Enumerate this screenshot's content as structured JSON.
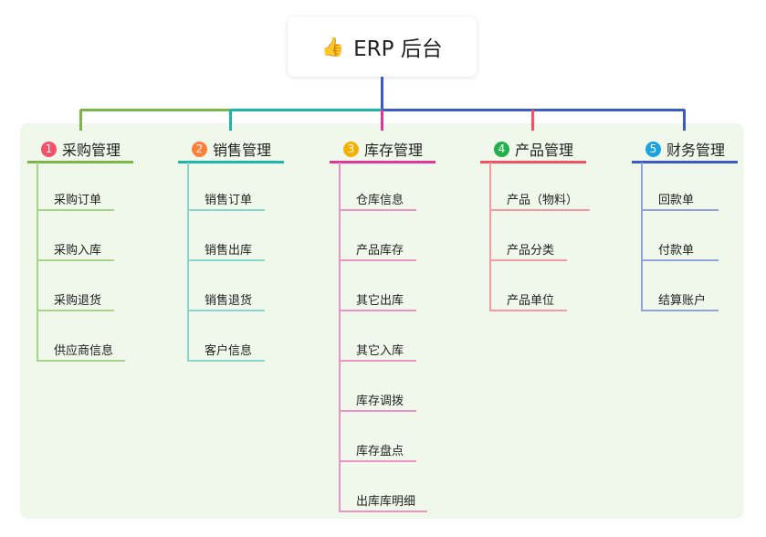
{
  "root": {
    "title": "ERP 后台",
    "icon": "thumbs-up-icon"
  },
  "branches": [
    {
      "number": "1",
      "title": "采购管理",
      "color": "#7ab648",
      "badge_color": "#f5506a",
      "child_color": "#a8d48a",
      "children": [
        "采购订单",
        "采购入库",
        "采购退货",
        "供应商信息"
      ]
    },
    {
      "number": "2",
      "title": "销售管理",
      "color": "#1db5a8",
      "badge_color": "#ff7f3a",
      "child_color": "#86d8cc",
      "children": [
        "销售订单",
        "销售出库",
        "销售退货",
        "客户信息"
      ]
    },
    {
      "number": "3",
      "title": "库存管理",
      "color": "#e0369a",
      "badge_color": "#f5b100",
      "child_color": "#ec94c4",
      "children": [
        "仓库信息",
        "产品库存",
        "其它出库",
        "其它入库",
        "库存调拨",
        "库存盘点",
        "出库库明细"
      ]
    },
    {
      "number": "4",
      "title": "产品管理",
      "color": "#f55064",
      "badge_color": "#24b04b",
      "child_color": "#f59aa3",
      "children": [
        "产品（物料）",
        "产品分类",
        "产品单位"
      ]
    },
    {
      "number": "5",
      "title": "财务管理",
      "color": "#3a5bc7",
      "badge_color": "#1aa3e0",
      "child_color": "#8fa4dc",
      "children": [
        "回款单",
        "付款单",
        "结算账户"
      ]
    }
  ]
}
